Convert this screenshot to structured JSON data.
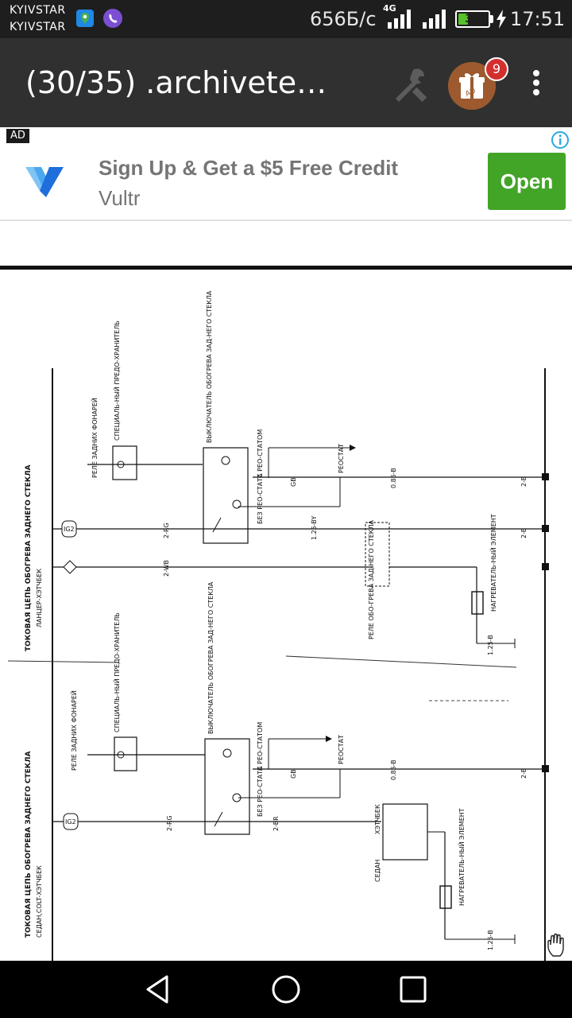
{
  "status_bar": {
    "carrier_1": "KYIVSTAR",
    "carrier_2": "KYIVSTAR",
    "network_speed": "656Б/с",
    "network_type": "4G",
    "battery_level": "32",
    "battery_fraction": 0.32,
    "time": "17:51",
    "icons": [
      "maps-notification-icon",
      "viber-notification-icon",
      "signal-icon",
      "battery-icon",
      "charging-icon"
    ]
  },
  "app_bar": {
    "title": "(30/35) .archivetemp...",
    "notification_count": "9",
    "gift_label": "AD",
    "icons": [
      "tools-icon",
      "gift-icon",
      "overflow-menu-icon"
    ]
  },
  "ad": {
    "badge": "AD",
    "headline": "Sign Up & Get a $5 Free Credit",
    "advertiser": "Vultr",
    "cta_label": "Open",
    "colors": {
      "cta": "#43a528",
      "text": "#757575",
      "logo": "#1e88e5"
    }
  },
  "schematic": {
    "top_title": "ТОКОВАЯ ЦЕПЬ ОБОГРЕВА ЗАДНЕГО СТЕКЛА",
    "top_subtitle": "ЛАНЦЕР-ХЭТЧБЕК",
    "bottom_title": "ТОКОВАЯ ЦЕПЬ ОБОГРЕВА ЗАДНЕГО СТЕКЛА",
    "bottom_subtitle": "СЕДАН,COLT-ХЭТЧБЕК",
    "labels": {
      "rear_light_relay": "РЕЛЕ ЗАДНИХ ФОНАРЕЙ",
      "special_fuse": "СПЕЦИАЛЬ-НЫЙ ПРЕДО-ХРАНИТЕЛЬ",
      "defog_switch": "ВЫКЛЮЧАТЕЛЬ ОБОГРЕВА ЗАД-НЕГО СТЕКЛА",
      "with_rheostat": "С РЕО-СТАТОМ",
      "without_rheostat": "БЕЗ РЕО-СТАТА",
      "rheostat": "РЕОСТАТ",
      "defog_relay": "РЕЛЕ ОБО-ГРЕВА ЗАД-НЕГО СТЕКЛА",
      "heater": "НАГРЕВАТЕЛЬ-НЫЙ ЭЛЕМЕНТ",
      "sedan": "СЕДАН",
      "hatchback": "ХЭТЧБЕК",
      "ig2": "IG2"
    },
    "wires": {
      "w1": "0.85-B",
      "w2": "2-B",
      "w3": "2-RG",
      "w4": "1.25-BY",
      "w5": "2-BR",
      "w6": "2-WB",
      "w7": "1.25-B",
      "w8": "GB"
    }
  },
  "nav": {
    "icons": [
      "back-icon",
      "home-icon",
      "recents-icon"
    ]
  }
}
